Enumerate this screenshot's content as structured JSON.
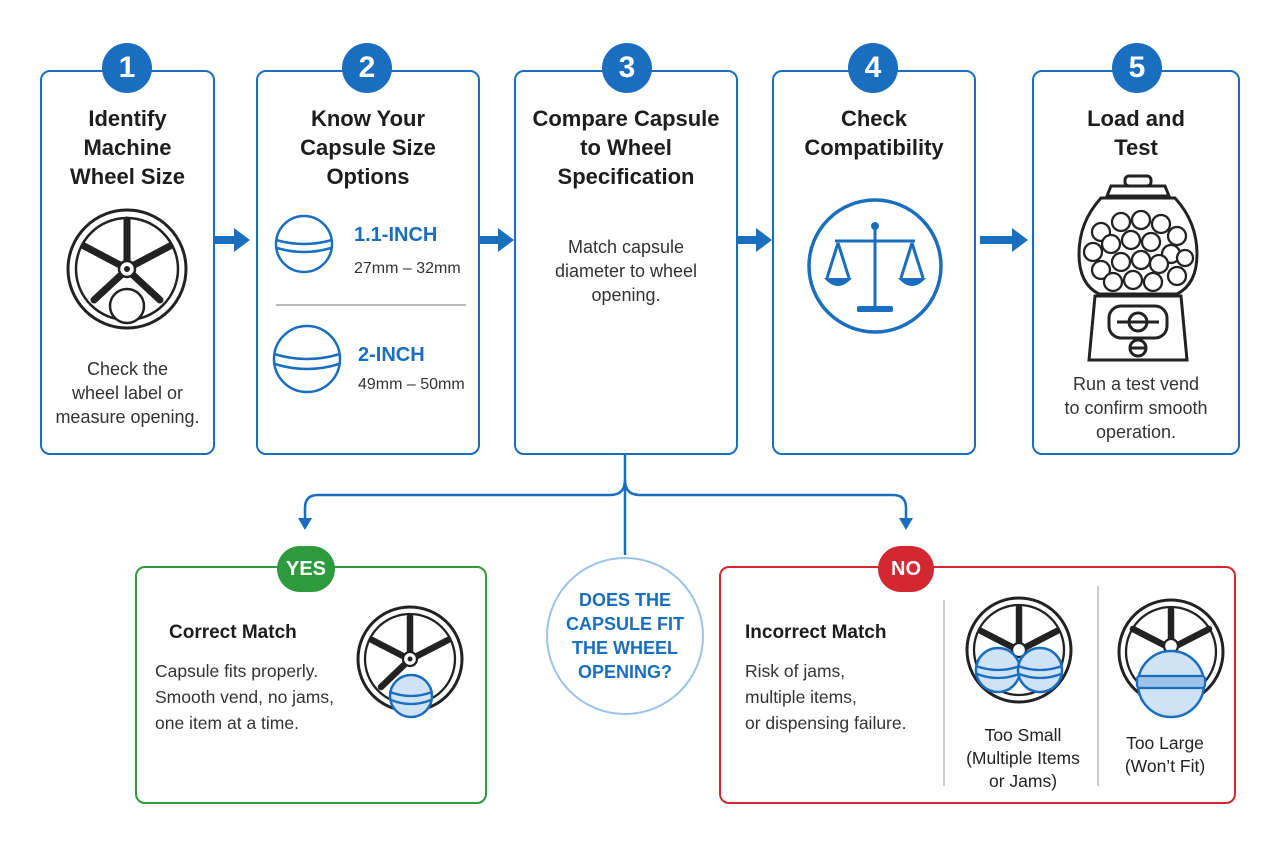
{
  "steps": [
    {
      "number": "1",
      "title": "Identify\nMachine\nWheel Size",
      "body": "Check the\nwheel label or\nmeasure opening."
    },
    {
      "number": "2",
      "title": "Know Your\nCapsule Size\nOptions",
      "sizes": [
        {
          "label": "1.1-INCH",
          "range": "27mm – 32mm"
        },
        {
          "label": "2-INCH",
          "range": "49mm – 50mm"
        }
      ]
    },
    {
      "number": "3",
      "title": "Compare Capsule\nto Wheel\nSpecification",
      "body": "Match capsule\ndiameter to wheel\nopening."
    },
    {
      "number": "4",
      "title": "Check\nCompatibility",
      "icon": "balance-scale-icon"
    },
    {
      "number": "5",
      "title": "Load and\nTest",
      "body": "Run a test vend\nto confirm smooth\noperation.",
      "icon": "gumball-machine-icon"
    }
  ],
  "question": "DOES THE\nCAPSULE FIT\nTHE WHEEL\nOPENING?",
  "yes": {
    "badge": "YES",
    "title": "Correct Match",
    "body": "Capsule fits properly.\nSmooth vend, no jams,\none item at a time."
  },
  "no": {
    "badge": "NO",
    "title": "Incorrect Match",
    "body": "Risk of jams,\nmultiple items,\nor dispensing failure.",
    "cases": [
      {
        "label": "Too Small\n(Multiple Items\nor Jams)"
      },
      {
        "label": "Too Large\n(Won’t Fit)"
      }
    ]
  },
  "colors": {
    "primary": "#1a6ec0",
    "yes": "#2e9a3e",
    "no": "#d3282f",
    "question": "#1a6ec0",
    "fill": "#cfe3f7"
  }
}
